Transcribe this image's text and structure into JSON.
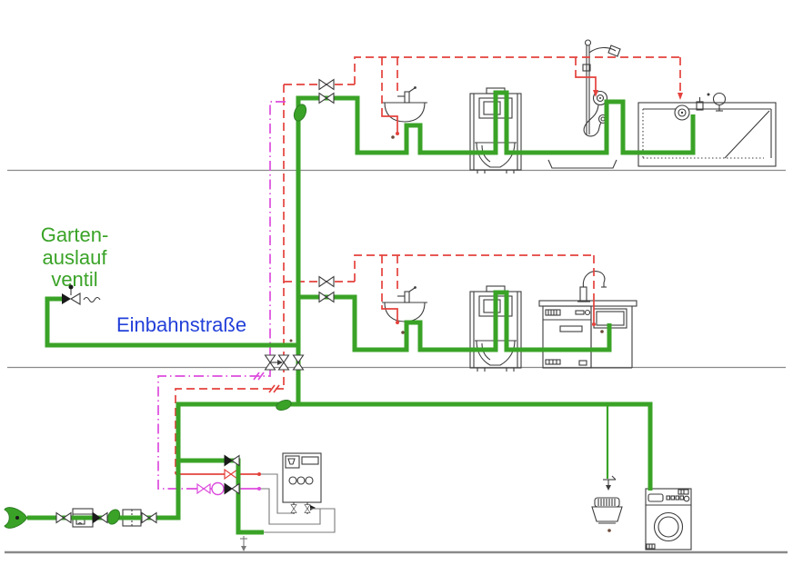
{
  "labels": {
    "garden_valve": {
      "line1": "Garten-",
      "line2": "auslauf",
      "line3": "ventil"
    },
    "one_way_street": "Einbahnstraße"
  },
  "colors": {
    "cold_water": "#3aa327",
    "cold_water_dark": "#2d7d22",
    "hot_water": "#e4423d",
    "circulation": "#dd4bdd",
    "label_blue": "#2340d9",
    "fixture_line": "#3c3c3c",
    "floor_line": "#8a8a8a",
    "boiler_piping": "#7a7a7a",
    "connection_dot_brown": "#6b4a3a"
  },
  "pipes": [
    "cold-water-pipe",
    "hot-water-pipe",
    "circulation-pipe",
    "service-connection-pipe"
  ],
  "fixtures": [
    "washbasin-top-floor",
    "toilet-top-floor",
    "shower",
    "bathtub",
    "washbasin-middle-floor",
    "toilet-middle-floor",
    "kitchen-sink",
    "dishwasher",
    "water-heater",
    "utility-sink",
    "washing-machine",
    "water-meter",
    "strainer-filter",
    "check-valve",
    "shutoff-valve",
    "circulation-pump",
    "garden-outlet-valve",
    "service-entry",
    "drain-valve"
  ],
  "floors": {
    "count": 3
  }
}
